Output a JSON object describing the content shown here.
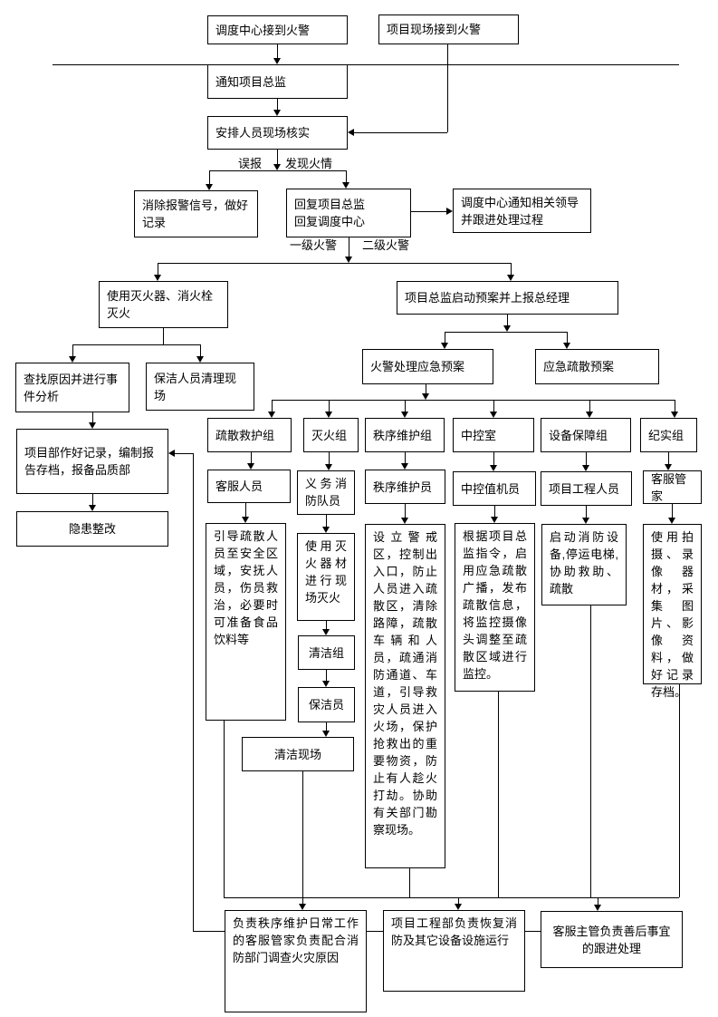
{
  "colors": {
    "line": "#000000",
    "box_border": "#000000",
    "background": "#ffffff",
    "text": "#000000"
  },
  "nodes": {
    "dispatch_receive": "调度中心接到火警",
    "site_receive": "项目现场接到火警",
    "notify_director": "通知项目总监",
    "verify_onsite": "安排人员现场核实",
    "clear_alarm": "消除报警信号，做好记录",
    "reply_director": "回复项目总监\n回复调度中心",
    "dispatch_follow": "调度中心通知相关领导并跟进处理过程",
    "use_extinguisher": "使用灭火器、消火栓灭火",
    "director_start_plan": "项目总监启动预案并上报总经理",
    "fire_response_plan": "火警处理应急预案",
    "evac_plan": "应急疏散预案",
    "find_cause": "查找原因并进行事件分析",
    "cleaner_clear_site": "保洁人员清理现场",
    "record_report": "项目部作好记录，编制报告存档，报备品质部",
    "hazard_rectify": "隐患整改",
    "group_evac_rescue": "疏散救护组",
    "group_extinguish": "灭火组",
    "group_order": "秩序维护组",
    "group_control_room": "中控室",
    "group_equipment": "设备保障组",
    "group_documentary": "纪实组",
    "staff_customer_service": "客服人员",
    "staff_volunteer_firefighter": "义务消防队员",
    "staff_order_keeper": "秩序维护员",
    "staff_control_operator": "中控值机员",
    "staff_project_engineer": "项目工程人员",
    "staff_butler": "客服管家",
    "duty_evac": "引导疏散人员至安全区域，安抚人员，伤员救治，必要时可准备食品饮料等",
    "duty_extinguish": "使用灭火器材进行现场灭火",
    "clean_group": "清洁组",
    "cleaner": "保洁员",
    "clean_site": "清洁现场",
    "duty_order": "设立警戒区，控制出入口，防止人员进入疏散区，清除路障，疏散车辆和人员，疏通消防通道、车道，引导救灾人员进入火场，保护抢救出的重要物资，防止有人趁火打劫。协助有关部门勘察现场。",
    "duty_control": "根据项目总监指令，启用应急疏散广播，发布疏散信息，将监控摄像头调整至疏散区域进行监控。",
    "duty_equipment": "启动消防设备,停运电梯,协助救助、疏散",
    "duty_documentary": "使用拍摄、录像器材，采集图片、影像资料，做好记录存档。",
    "bottom_investigate": "负责秩序维护日常工作的客服管家负责配合消防部门调查火灾原因",
    "bottom_restore": "项目工程部负责恢复消防及其它设备设施运行",
    "bottom_followup": "客服主管负责善后事宜的跟进处理"
  },
  "labels": {
    "false_alarm": "误报",
    "fire_found": "发现火情",
    "level1": "一级火警",
    "level2": "二级火警"
  }
}
